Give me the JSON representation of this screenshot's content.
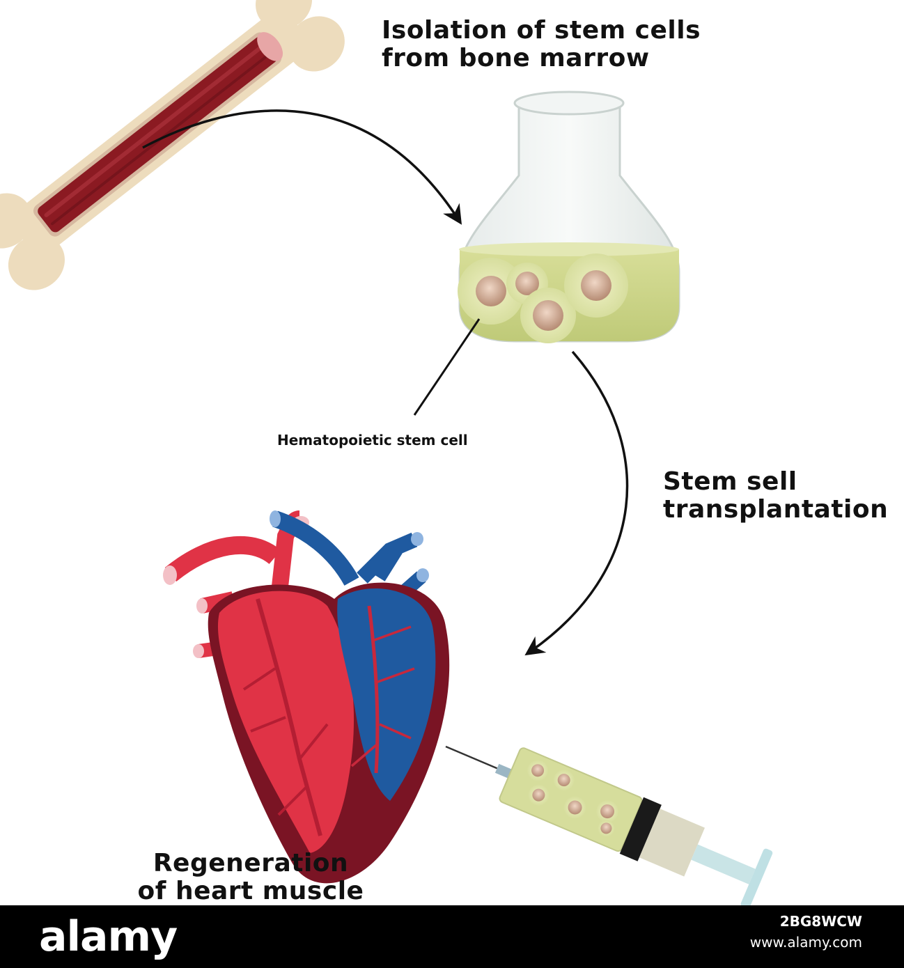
{
  "labels": {
    "isolation_line1": "Isolation  of stem cells",
    "isolation_line2": "from bone marrow",
    "hematopoietic": "Hematopoietic stem cell",
    "transplant_line1": "Stem sell",
    "transplant_line2": "transplantation",
    "regeneration_line1": "Regeneration",
    "regeneration_line2": "of heart muscle"
  },
  "footer": {
    "brand": "alamy",
    "image_id": "2BG8WCW",
    "url": "www.alamy.com"
  },
  "colors": {
    "bone": "#eddcbd",
    "marrow": "#8b1a22",
    "flask_liquid": "#cdd68a",
    "cell": "#d8b7a0",
    "heart_red": "#e03346",
    "heart_blue": "#1f5aa0",
    "heart_dark": "#7a1424",
    "footer": "#000000"
  }
}
